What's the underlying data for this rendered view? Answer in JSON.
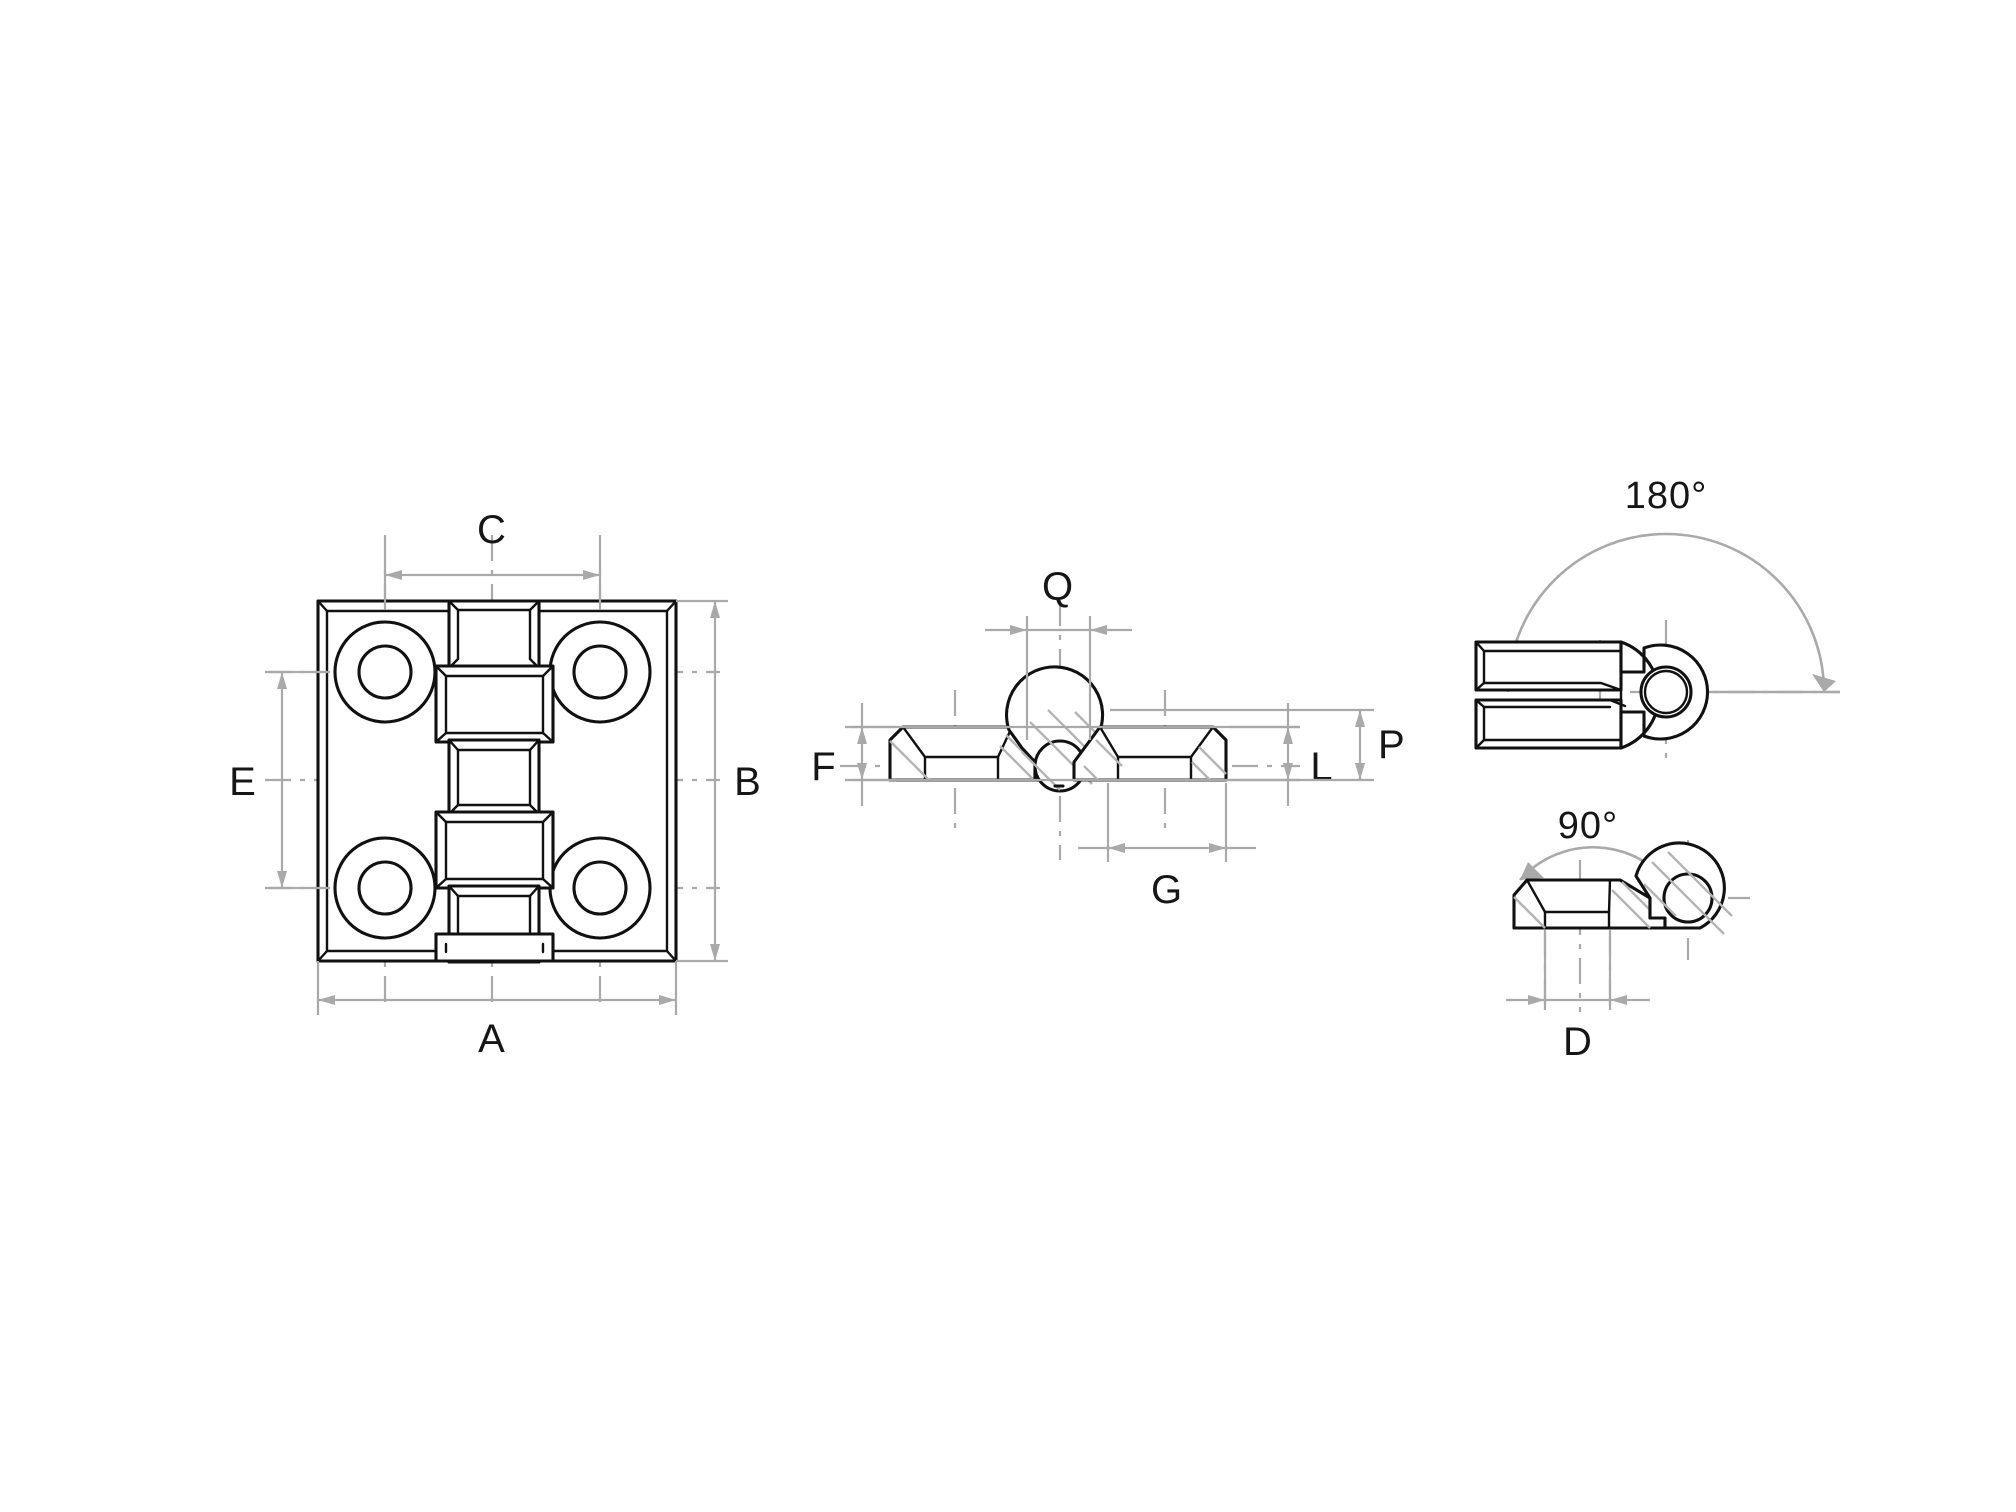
{
  "document": {
    "kind": "engineering-drawing",
    "subject": "Butt hinge dimensional drawing",
    "background_color": "#ffffff",
    "object_line_color": "#111111",
    "dimension_line_color": "#a9a9a9",
    "label_color": "#161616"
  },
  "views": {
    "front": {
      "name": "front-view",
      "dimension_labels": {
        "A": "A",
        "B": "B",
        "C": "C",
        "E": "E"
      },
      "features": {
        "countersunk_holes": 4,
        "knuckles": 5
      }
    },
    "side": {
      "name": "side-view",
      "dimension_labels": {
        "Q": "Q",
        "F": "F",
        "L": "L",
        "P": "P",
        "G": "G"
      }
    },
    "open_180": {
      "name": "open-180-view",
      "angle_label": "180°"
    },
    "open_90": {
      "name": "open-90-view",
      "angle_label": "90°",
      "dimension_labels": {
        "D": "D"
      }
    }
  },
  "labels": {
    "A": "A",
    "B": "B",
    "C": "C",
    "D": "D",
    "E": "E",
    "F": "F",
    "G": "G",
    "L": "L",
    "P": "P",
    "Q": "Q",
    "angle_180": "180°",
    "angle_90": "90°"
  }
}
